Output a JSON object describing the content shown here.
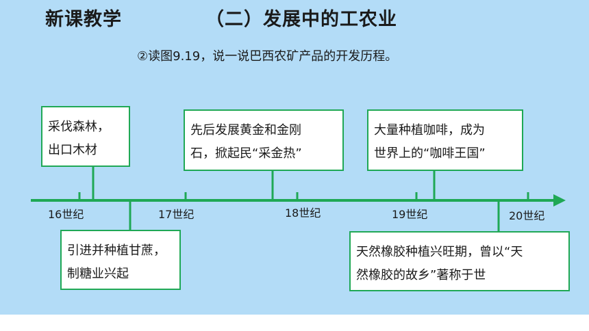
{
  "header": {
    "section": "新课教学",
    "title": "（二）发展中的工农业"
  },
  "prompt": "②读图9.19，说一说巴西农矿产品的开发历程。",
  "timeline": {
    "centuries": [
      "16世纪",
      "17世纪",
      "18世纪",
      "19世纪",
      "20世纪"
    ],
    "events": [
      {
        "line1": "采伐森林，",
        "line2": "出口木材"
      },
      {
        "line1": "引进并种植甘蔗，",
        "line2": "制糖业兴起"
      },
      {
        "line1": "先后发展黄金和金刚",
        "line2": "石，掀起民“采金热”"
      },
      {
        "line1": "大量种植咖啡，成为",
        "line2": "世界上的“咖啡王国”"
      },
      {
        "line1": "天然橡胶种植兴旺期，曾以“天",
        "line2": "然橡胶的故乡”著称于世"
      }
    ]
  },
  "colors": {
    "background": "#b3dcf7",
    "axis": "#1fa855",
    "box_border": "#1fa855"
  }
}
